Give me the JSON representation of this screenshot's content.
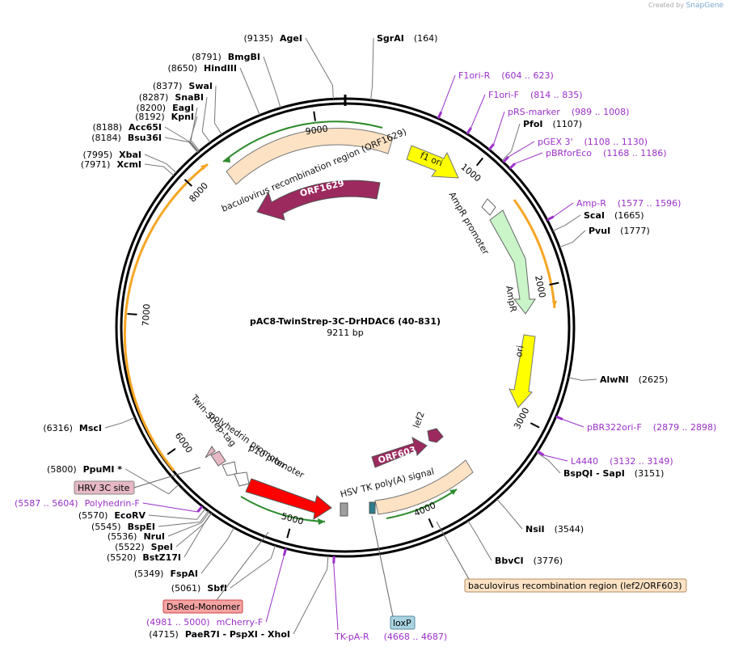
{
  "credit": {
    "prefix": "Created by",
    "brand": "SnapGene"
  },
  "title": "pAC8-TwinStrep-3C-DrHDAC6 (40-831)",
  "size_label": "9211 bp",
  "total_bp": 9211,
  "ticks": [
    {
      "bp": 1000,
      "label": "1000"
    },
    {
      "bp": 2000,
      "label": "2000"
    },
    {
      "bp": 3000,
      "label": "3000"
    },
    {
      "bp": 4000,
      "label": "4000"
    },
    {
      "bp": 5000,
      "label": "5000"
    },
    {
      "bp": 6000,
      "label": "6000"
    },
    {
      "bp": 7000,
      "label": "7000"
    },
    {
      "bp": 8000,
      "label": "8000"
    },
    {
      "bp": 9000,
      "label": "9000"
    }
  ],
  "enzymes": [
    {
      "bp": 164,
      "pos": "(164)",
      "name": "SgrAI",
      "side": "right"
    },
    {
      "bp": 9135,
      "pos": "(9135)",
      "name": "AgeI",
      "side": "left"
    },
    {
      "bp": 8791,
      "pos": "(8791)",
      "name": "BmgBI",
      "side": "left"
    },
    {
      "bp": 8650,
      "pos": "(8650)",
      "name": "HindIII",
      "side": "left"
    },
    {
      "bp": 8377,
      "pos": "(8377)",
      "name": "SwaI",
      "side": "left"
    },
    {
      "bp": 8287,
      "pos": "(8287)",
      "name": "SnaBI",
      "side": "left"
    },
    {
      "bp": 8200,
      "pos": "(8200)",
      "name": "EagI",
      "side": "left"
    },
    {
      "bp": 8192,
      "pos": "(8192)",
      "name": "KpnI",
      "side": "left"
    },
    {
      "bp": 8188,
      "pos": "(8188)",
      "name": "Acc65I",
      "side": "left"
    },
    {
      "bp": 8184,
      "pos": "(8184)",
      "name": "Bsu36I",
      "side": "left"
    },
    {
      "bp": 7995,
      "pos": "(7995)",
      "name": "XbaI",
      "side": "left"
    },
    {
      "bp": 7971,
      "pos": "(7971)",
      "name": "XcmI",
      "side": "left"
    },
    {
      "bp": 1107,
      "pos": "(1107)",
      "name": "PfoI",
      "side": "right"
    },
    {
      "bp": 1665,
      "pos": "(1665)",
      "name": "ScaI",
      "side": "right"
    },
    {
      "bp": 1777,
      "pos": "(1777)",
      "name": "PvuI",
      "side": "right"
    },
    {
      "bp": 2625,
      "pos": "(2625)",
      "name": "AlwNI",
      "side": "right"
    },
    {
      "bp": 3151,
      "pos": "(3151)",
      "name": "BspQI   - SapI",
      "side": "right"
    },
    {
      "bp": 3544,
      "pos": "(3544)",
      "name": "NsiI",
      "side": "right"
    },
    {
      "bp": 3776,
      "pos": "(3776)",
      "name": "BbvCI",
      "side": "right"
    },
    {
      "bp": 6316,
      "pos": "(6316)",
      "name": "MscI",
      "side": "left"
    },
    {
      "bp": 5800,
      "pos": "(5800)",
      "name": "PpuMI *",
      "side": "left"
    },
    {
      "bp": 5570,
      "pos": "(5570)",
      "name": "EcoRV",
      "side": "left"
    },
    {
      "bp": 5545,
      "pos": "(5545)",
      "name": "BspEI",
      "side": "left"
    },
    {
      "bp": 5536,
      "pos": "(5536)",
      "name": "NruI",
      "side": "left"
    },
    {
      "bp": 5522,
      "pos": "(5522)",
      "name": "SpeI",
      "side": "left"
    },
    {
      "bp": 5520,
      "pos": "(5520)",
      "name": "BstZ17I",
      "side": "left"
    },
    {
      "bp": 5349,
      "pos": "(5349)",
      "name": "FspAI",
      "side": "left"
    },
    {
      "bp": 5061,
      "pos": "(5061)",
      "name": "SbfI",
      "side": "left"
    },
    {
      "bp": 4715,
      "pos": "(4715)",
      "name": "PaeR7I   - PspXI   - XhoI",
      "side": "left"
    }
  ],
  "primers": [
    {
      "bp": 614,
      "name": "F1ori-R",
      "range": "(604 .. 623)"
    },
    {
      "bp": 824,
      "name": "F1ori-F",
      "range": "(814 .. 835)"
    },
    {
      "bp": 998,
      "name": "pRS-marker",
      "range": "(989 .. 1008)"
    },
    {
      "bp": 1119,
      "name": "pGEX 3'",
      "range": "(1108 .. 1130)"
    },
    {
      "bp": 1177,
      "name": "pBRforEco",
      "range": "(1168 .. 1186)"
    },
    {
      "bp": 1586,
      "name": "Amp-R",
      "range": "(1577 .. 1596)"
    },
    {
      "bp": 2888,
      "name": "pBR322ori-F",
      "range": "(2879 .. 2898)"
    },
    {
      "bp": 3140,
      "name": "L4440",
      "range": "(3132 .. 3149)"
    },
    {
      "bp": 5595,
      "name": "Polyhedrin-F",
      "range": "(5587 .. 5604)"
    },
    {
      "bp": 4990,
      "name": "mCherry-F",
      "range": "(4981 .. 5000)"
    },
    {
      "bp": 4677,
      "name": "TK-pA-R",
      "range": "(4668 .. 4687)"
    }
  ],
  "features": [
    {
      "name": "baculovirus recombination region (ORF1629)",
      "kind": "recomb"
    },
    {
      "name": "ORF1629",
      "kind": "orf"
    },
    {
      "name": "f1 ori",
      "kind": "ori"
    },
    {
      "name": "AmpR promoter",
      "kind": "promoter"
    },
    {
      "name": "AmpR",
      "kind": "cds"
    },
    {
      "name": "ori",
      "kind": "ori"
    },
    {
      "name": "ORF603",
      "kind": "orf"
    },
    {
      "name": "lef2",
      "kind": "orf"
    },
    {
      "name": "HSV TK poly(A) signal",
      "kind": "polya"
    },
    {
      "name": "polyhedrin promoter",
      "kind": "promoter"
    },
    {
      "name": "p10 promoter",
      "kind": "promoter"
    },
    {
      "name": "Twin-Strep-tag",
      "kind": "tag"
    }
  ],
  "boxed_labels": [
    {
      "name": "HRV 3C site",
      "color": "#e6b8c4"
    },
    {
      "name": "DsRed-Monomer",
      "color": "#f4a3a3"
    },
    {
      "name": "loxP",
      "color": "#a9d3e0"
    },
    {
      "name": "baculovirus recombination region (lef2/ORF603)",
      "color": "#fde2c4"
    }
  ],
  "colors": {
    "backbone": "#000000",
    "primer": "#9b30c8",
    "recomb_fill": "#fde2c4",
    "orf_fill": "#9c2a5e",
    "ori_fill": "#ffff00",
    "ampr_fill": "#c9f5c9",
    "insert_fill": "#ff0000",
    "orange_arc": "#f5a623",
    "green_arc": "#2e8b2e",
    "loxp_fill": "#2a7d8c",
    "gray_feature": "#9e9e9e"
  }
}
